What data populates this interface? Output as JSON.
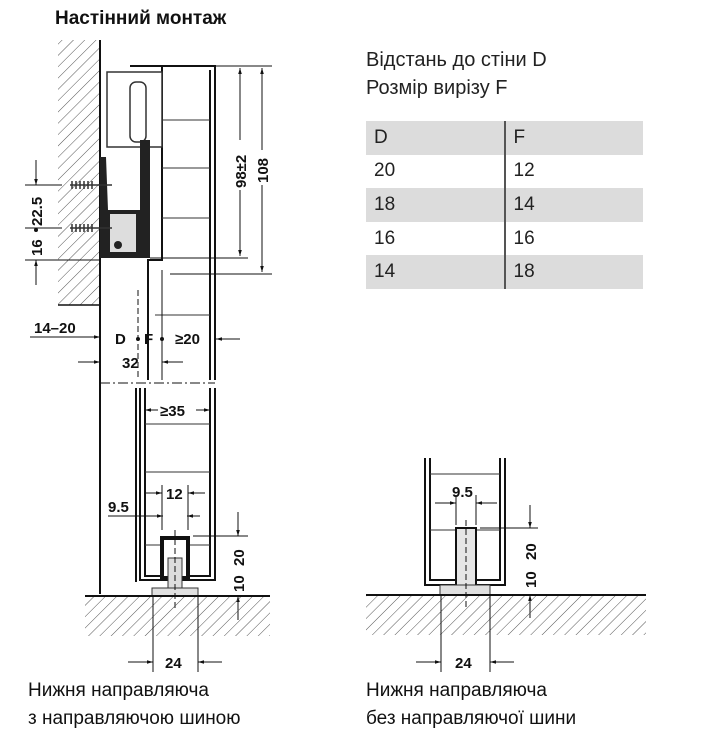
{
  "title": "Настінний монтаж",
  "legend": {
    "line1": "Відстань до стіни D",
    "line2": "Розмір вирізу F"
  },
  "table": {
    "headers": [
      "D",
      "F"
    ],
    "rows": [
      [
        "20",
        "12"
      ],
      [
        "18",
        "14"
      ],
      [
        "16",
        "16"
      ],
      [
        "14",
        "18"
      ]
    ]
  },
  "left_diagram": {
    "dims": {
      "h98": "98±2",
      "h108": "108",
      "d22": "22.5",
      "d16": "16",
      "wall": "14–20",
      "D": "D",
      "F": "F",
      "ge20": "≥20",
      "w32": "32",
      "ge35": "≥35",
      "w12": "12",
      "w95": "9.5",
      "h20": "20",
      "h10": "10",
      "w24": "24"
    },
    "caption": [
      "Нижня направляюча",
      "з направляючою шиною"
    ]
  },
  "right_diagram": {
    "dims": {
      "w95": "9.5",
      "h20": "20",
      "h10": "10",
      "w24": "24"
    },
    "caption": [
      "Нижня направляюча",
      "без направляючої шини"
    ]
  }
}
